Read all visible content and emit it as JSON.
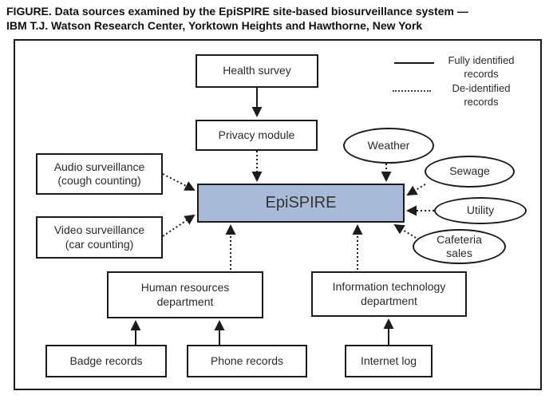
{
  "title": {
    "line1": "FIGURE. Data sources examined by the EpiSPIRE site-based biosurveillance system —",
    "line2": "IBM T.J. Watson Research Center, Yorktown Heights and Hawthorne, New York"
  },
  "legend": {
    "fully_identified": "Fully identified records",
    "de_identified": "De-identified records"
  },
  "nodes": {
    "health_survey": "Health survey",
    "privacy_module": "Privacy module",
    "epispire": "EpiSPIRE",
    "audio_surveillance": "Audio surveillance (cough counting)",
    "video_surveillance": "Video surveillance (car counting)",
    "human_resources": "Human resources department",
    "information_technology": "Information technology department",
    "badge_records": "Badge records",
    "phone_records": "Phone records",
    "internet_log": "Internet log",
    "weather": "Weather",
    "sewage": "Sewage",
    "utility": "Utility",
    "cafeteria_sales": "Cafeteria sales"
  },
  "colors": {
    "epispire_fill": "#a9bad9",
    "line": "#1c1c1c",
    "text": "#2a2a2a"
  }
}
